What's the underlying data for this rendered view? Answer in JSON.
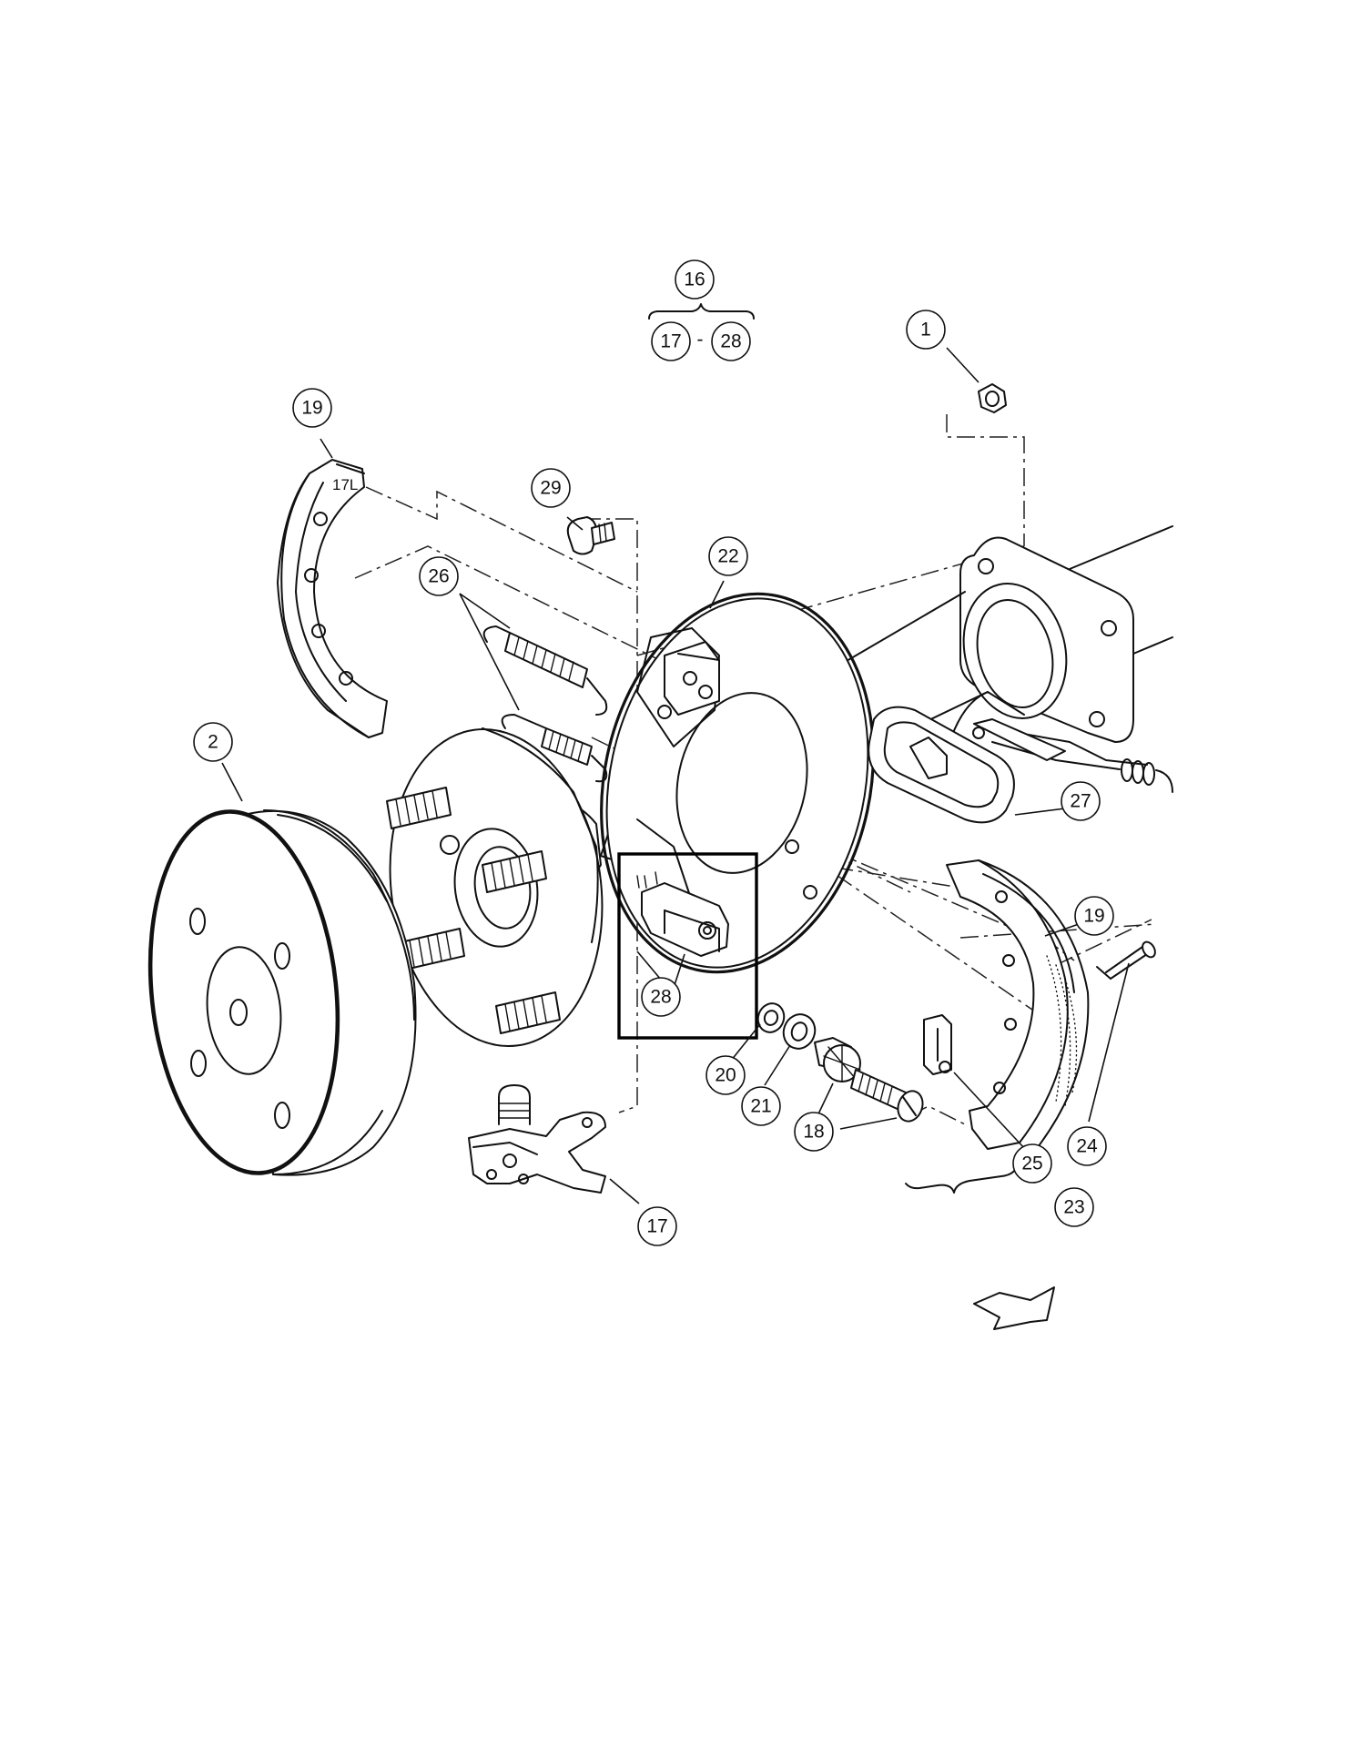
{
  "callouts": {
    "c1": "1",
    "c2": "2",
    "c16": "16",
    "c17_range": "17",
    "c28_range": "28",
    "range_dash": "-",
    "c17": "17",
    "c18": "18",
    "c19_left": "19",
    "c19_right": "19",
    "c20": "20",
    "c21": "21",
    "c22": "22",
    "c23": "23",
    "c24": "24",
    "c25": "25",
    "c26": "26",
    "c27": "27",
    "c28": "28",
    "c29": "29"
  },
  "part_marking": "17L"
}
